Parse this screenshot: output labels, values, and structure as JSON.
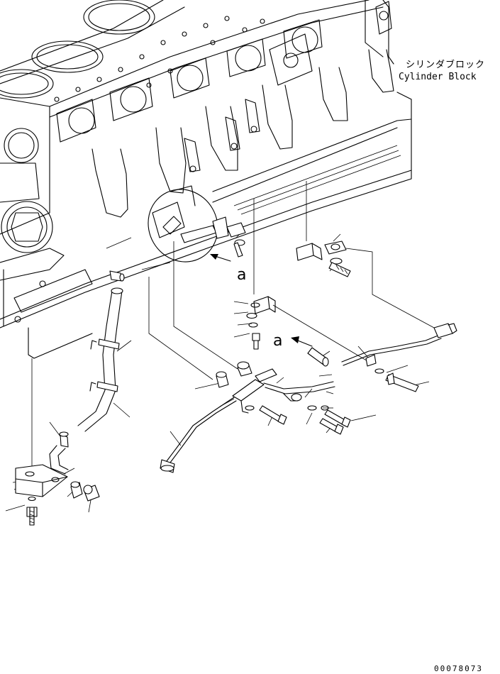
{
  "cylinder_block_label": {
    "japanese": "シリンダブロック",
    "english": "Cylinder Block"
  },
  "view_markers": [
    "a",
    "a"
  ],
  "drawing_number": "00078073"
}
